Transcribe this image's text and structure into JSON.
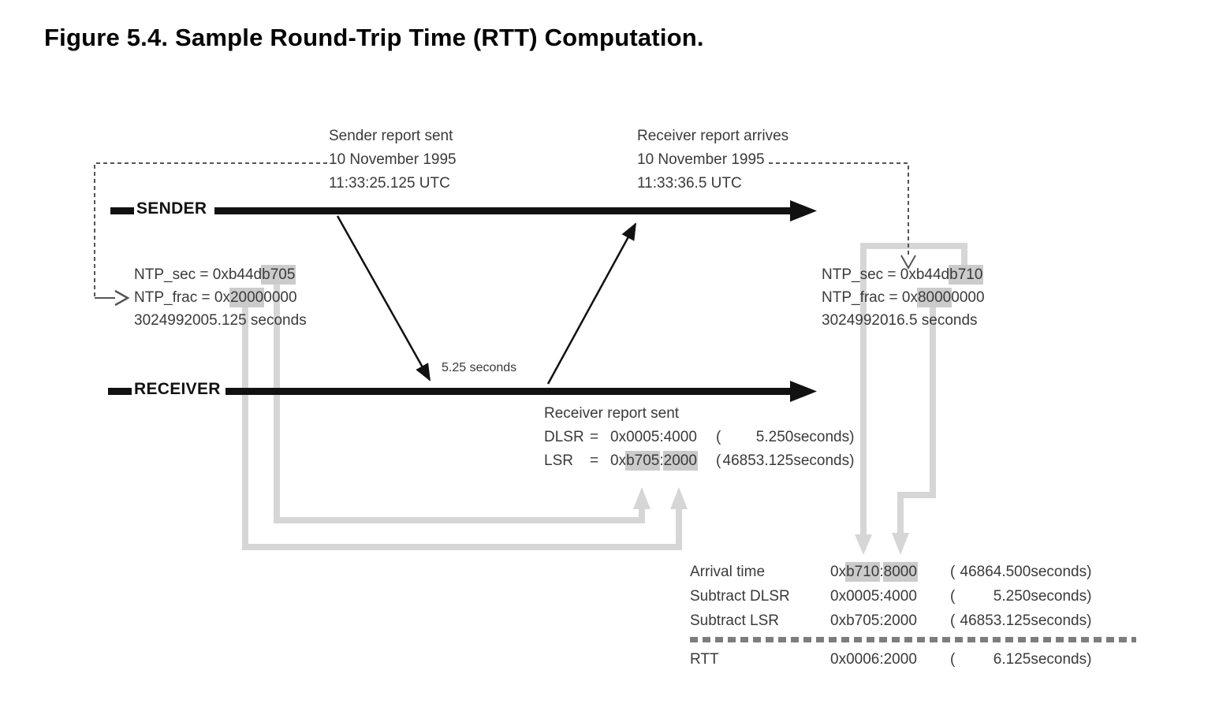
{
  "title": "Figure 5.4. Sample Round-Trip Time (RTT) Computation.",
  "colors": {
    "highlight": "#cbcbcb",
    "connector_gray": "#d6d6d6",
    "timeline_black": "#111111",
    "dash_separator": "#7d7d7d"
  },
  "timelines": {
    "sender_label": "SENDER",
    "receiver_label": "RECEIVER"
  },
  "annotations": {
    "sender_report": {
      "line1": "Sender report sent",
      "line2": "10 November 1995",
      "line3": "11:33:25.125 UTC"
    },
    "receiver_arrives": {
      "line1": "Receiver report arrives",
      "line2": "10 November 1995",
      "line3": "11:33:36.5 UTC"
    },
    "transit_label": "5.25 seconds"
  },
  "ntp_left": {
    "sec_prefix": "NTP_sec = 0x",
    "sec_plain": "b44d",
    "sec_hl": "b705",
    "frac_prefix": "NTP_frac = 0x",
    "frac_hl": "2000",
    "frac_plain": "0000",
    "total": "3024992005.125 seconds"
  },
  "ntp_right": {
    "sec_prefix": "NTP_sec = 0x",
    "sec_plain": "b44d",
    "sec_hl": "b710",
    "frac_prefix": "NTP_frac = 0x",
    "frac_hl": "8000",
    "frac_plain": "0000",
    "total": "3024992016.5 seconds"
  },
  "receiver_report": {
    "title": "Receiver report sent",
    "rows": [
      {
        "label": "DLSR",
        "eq": "=",
        "hex_pre": "0x0005:4000",
        "hex_hl1": "",
        "hex_colon": "",
        "hex_hl2": "",
        "open": "(",
        "num": "5.250",
        "close": " seconds)"
      },
      {
        "label": "LSR",
        "eq": "=",
        "hex_pre": "0x",
        "hex_hl1": "b705",
        "hex_colon": ":",
        "hex_hl2": "2000",
        "open": "(",
        "num": "46853.125",
        "close": " seconds)"
      }
    ]
  },
  "computation": {
    "rows": [
      {
        "label": "Arrival time",
        "hex_pre": "0x",
        "hex_hl1": "b710",
        "hex_colon": ":",
        "hex_hl2": "8000",
        "open": "(",
        "num": "46864.500",
        "close": " seconds)"
      },
      {
        "label": "Subtract DLSR",
        "hex_pre": "0x0005:4000",
        "hex_hl1": "",
        "hex_colon": "",
        "hex_hl2": "",
        "open": "(",
        "num": "5.250",
        "close": " seconds)"
      },
      {
        "label": "Subtract LSR",
        "hex_pre": "0xb705:2000",
        "hex_hl1": "",
        "hex_colon": "",
        "hex_hl2": "",
        "open": "(",
        "num": "46853.125",
        "close": " seconds)"
      }
    ],
    "result": {
      "label": "RTT",
      "hex_pre": "0x0006:2000",
      "hex_hl1": "",
      "hex_colon": "",
      "hex_hl2": "",
      "open": "(",
      "num": "6.125",
      "close": " seconds)"
    }
  }
}
